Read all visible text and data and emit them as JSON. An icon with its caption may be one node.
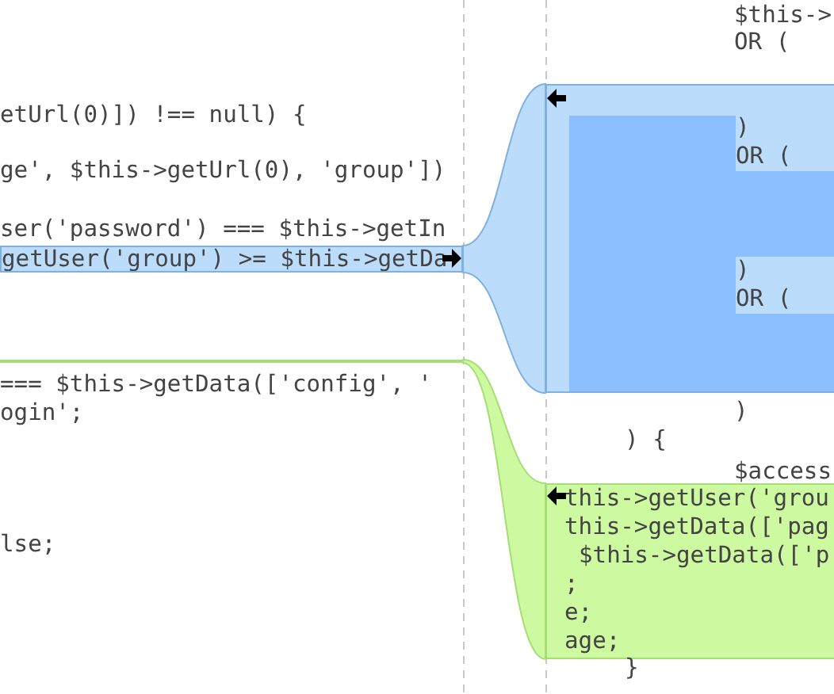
{
  "diagram": {
    "nodes": [
      {
        "text": [
          "getUser('group') >= $this->getDa"
        ]
      },
      {
        "text": [
          ")",
          "OR (",
          ")",
          "OR ("
        ]
      },
      {
        "text": [],
        "shape": "bar"
      },
      {
        "text": [
          "this->getUser('grou",
          "this->getData(['pag",
          "$this->getData(['p",
          ";",
          "e;",
          "age;"
        ]
      }
    ],
    "edges": [
      {
        "from": 0,
        "to": 1,
        "arrow": "none"
      },
      {
        "from": 2,
        "to": 3,
        "arrow": "none"
      }
    ],
    "labels": [
      "$this->",
      "OR (",
      "etUrl(0)]) !== null) {",
      "ge', $this->getUrl(0), 'group'])",
      "ser('password') === $this->getIn",
      "=== $this->getData(['config', '",
      "ogin';",
      "lse;",
      ")",
      ") {",
      "$access",
      "}"
    ]
  }
}
